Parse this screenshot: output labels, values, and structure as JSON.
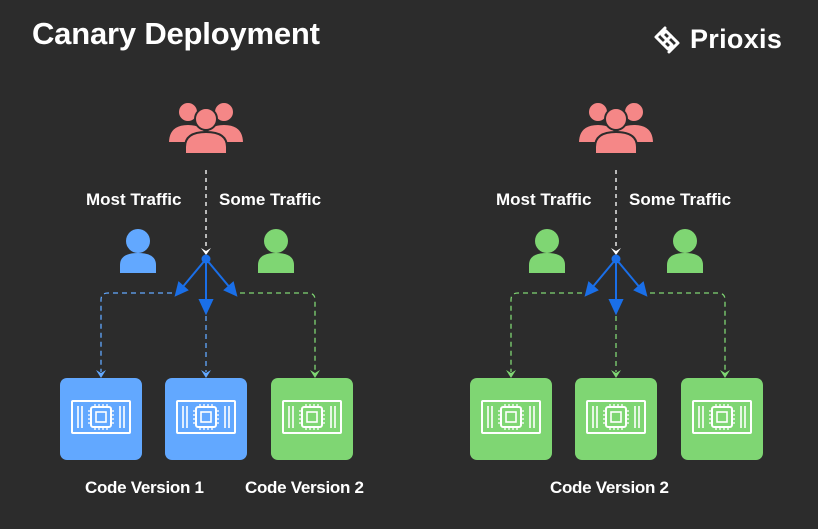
{
  "title": "Canary Deployment",
  "brand": {
    "name": "Prioxis",
    "icon": "prioxis-logo-icon"
  },
  "colors": {
    "background": "#2c2c2c",
    "users_group": "#f58787",
    "stable_blue": "#62a8ff",
    "canary_green": "#7fd673",
    "router_blue": "#1a6fe8",
    "dashed_white": "#e6e6e6"
  },
  "panels": [
    {
      "id": "before",
      "label_left": "Most Traffic",
      "label_right": "Some Traffic",
      "user_left_color": "blue",
      "user_right_color": "green",
      "servers": [
        "blue",
        "blue",
        "green"
      ],
      "code_labels": [
        "Code Version 1",
        "Code Version 2"
      ]
    },
    {
      "id": "after",
      "label_left": "Most Traffic",
      "label_right": "Some Traffic",
      "user_left_color": "green",
      "user_right_color": "green",
      "servers": [
        "green",
        "green",
        "green"
      ],
      "code_labels": [
        "Code Version 2"
      ]
    }
  ]
}
